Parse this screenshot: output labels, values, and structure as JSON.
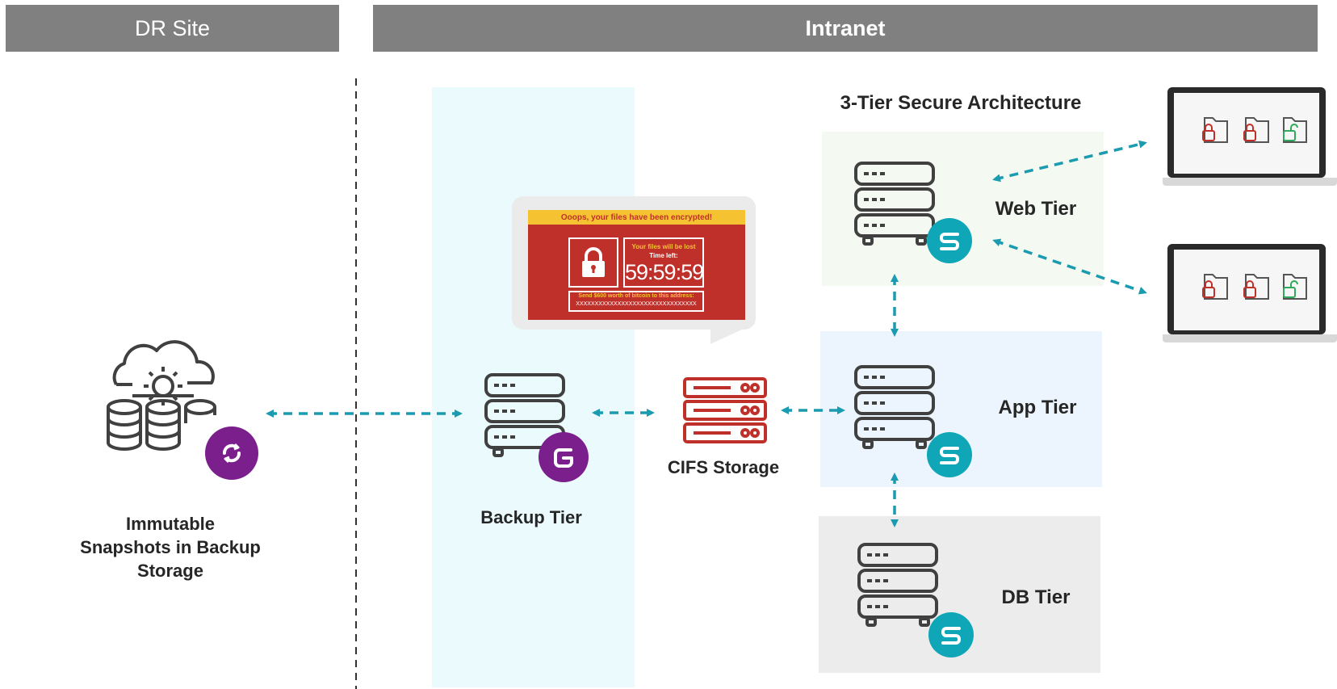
{
  "banners": {
    "dr_site": "DR Site",
    "intranet": "Intranet"
  },
  "diagram": {
    "architecture_title": "3-Tier Secure Architecture",
    "tiers": {
      "web": "Web Tier",
      "app": "App Tier",
      "db": "DB Tier",
      "backup": "Backup Tier"
    },
    "cifs_storage": "CIFS Storage",
    "snapshots_label": [
      "Immutable",
      "Snapshots in Backup",
      "Storage"
    ]
  },
  "ransom_note": {
    "header": "Ooops, your files have been encrypted!",
    "files_lost": "Your files will be lost",
    "time_left_label": "Time left:",
    "timer": "59:59:59",
    "payment_text": "Send $600 worth of bitcoin to this address:",
    "address": "XXXXXXXXXXXXXXXXXXXXXXXXXXXXXXXX"
  },
  "colors": {
    "banner": "#808080",
    "teal_accent": "#0fa6b8",
    "purple_accent": "#7b1f8c",
    "storage_red": "#c0302b",
    "arrow": "#1a9bb0",
    "web_zone": "#f4f9f1",
    "app_zone": "#ecf5fd",
    "db_zone": "#ececec",
    "backup_zone": "#eafafd"
  },
  "icons": [
    "cloud-gear-database-icon",
    "sync-icon",
    "server-icon",
    "backup-logo-icon",
    "security-logo-icon",
    "cifs-storage-icon",
    "laptop-icon",
    "locked-folder-icon",
    "unlocked-folder-icon",
    "padlock-icon"
  ]
}
